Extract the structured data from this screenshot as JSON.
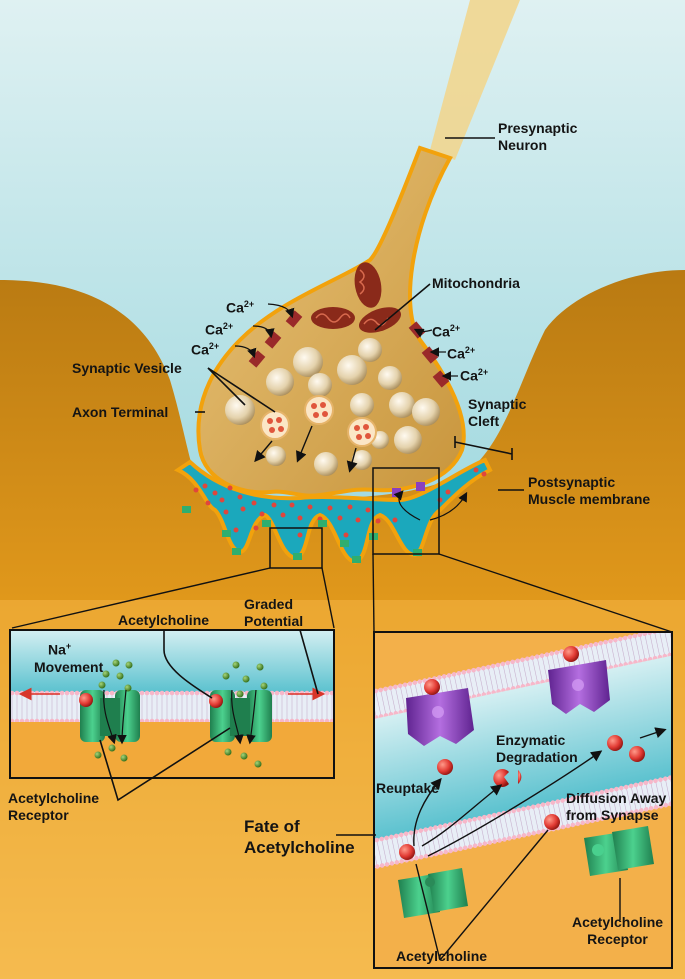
{
  "labels": {
    "presynaptic_neuron": "Presynaptic\nNeuron",
    "mitochondria": "Mitochondria",
    "calcium_ion": "Ca",
    "calcium_charge": "2+",
    "synaptic_vesicle": "Synaptic Vesicle",
    "axon_terminal": "Axon Terminal",
    "synaptic_cleft": "Synaptic\nCleft",
    "postsynaptic_membrane": "Postsynaptic\nMuscle membrane",
    "acetylcholine": "Acetylcholine",
    "graded_potential": "Graded\nPotential",
    "na_ion": "Na",
    "na_charge": "+",
    "na_movement": "Movement",
    "acetylcholine_receptor": "Acetylcholine\nReceptor",
    "fate_of_acetylcholine": "Fate of\nAcetylcholine",
    "reuptake": "Reuptake",
    "enzymatic_degradation": "Enzymatic\nDegradation",
    "diffusion_away": "Diffusion Away\nfrom Synapse"
  },
  "colors": {
    "sky_top": "#d7eef0",
    "fluid": "#1aa9bd",
    "tissue": "#c98a1c",
    "tissue_light": "#f5b440",
    "neuron": "#d9ac58",
    "membrane_outline": "#f2a20c",
    "vesicle": "#efe2c4",
    "mitochondria": "#8a2a1a",
    "acetylcholine": "#e23b34",
    "receptor": "#2fae6f",
    "enzyme": "#8a3fbf",
    "na_ion": "#4c8a2a",
    "bilayer_head": "#f7b7c9",
    "label_text": "#141414"
  }
}
